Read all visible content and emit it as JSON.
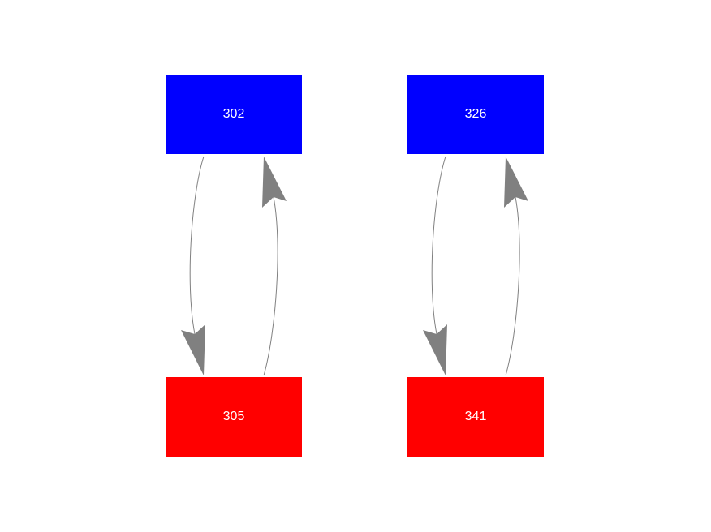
{
  "colors": {
    "source": "#0000ff",
    "target": "#ff0000",
    "edge": "#808080"
  },
  "graphs": [
    {
      "top": "302",
      "bottom": "305"
    },
    {
      "top": "326",
      "bottom": "341"
    }
  ]
}
